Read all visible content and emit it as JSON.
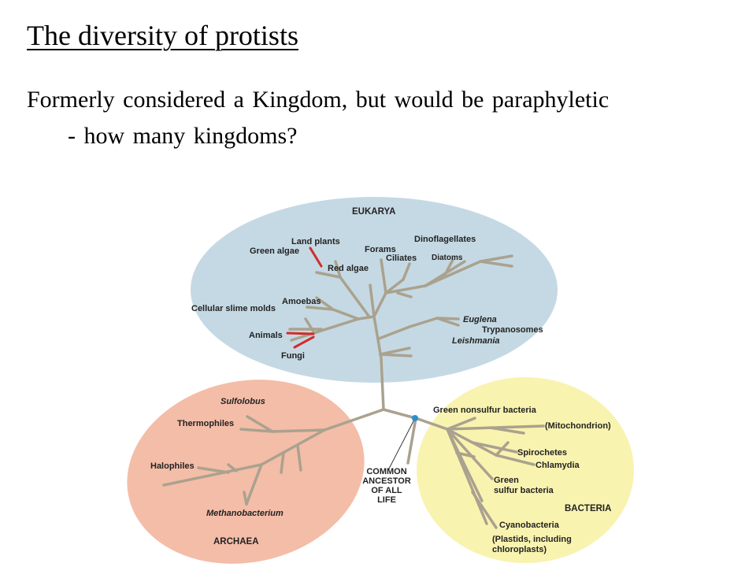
{
  "slide": {
    "title": "The diversity of protists",
    "bullet_line1": "Formerly considered a Kingdom, but would be paraphyletic",
    "bullet_line2": "- how many kingdoms?"
  },
  "diagram": {
    "domains": {
      "eukarya": "EUKARYA",
      "archaea": "ARCHAEA",
      "bacteria": "BACTERIA"
    },
    "eukarya_labels": {
      "land_plants": "Land plants",
      "green_algae": "Green algae",
      "red_algae": "Red algae",
      "forams": "Forams",
      "ciliates": "Ciliates",
      "dinoflagellates": "Dinoflagellates",
      "diatoms": "Diatoms",
      "amoebas": "Amoebas",
      "cellular_slime_molds": "Cellular slime molds",
      "animals": "Animals",
      "fungi": "Fungi",
      "euglena": "Euglena",
      "trypanosomes": "Trypanosomes",
      "leishmania": "Leishmania"
    },
    "archaea_labels": {
      "sulfolobus": "Sulfolobus",
      "thermophiles": "Thermophiles",
      "halophiles": "Halophiles",
      "methanobacterium": "Methanobacterium"
    },
    "bacteria_labels": {
      "green_nonsulfur": "Green nonsulfur bacteria",
      "mitochondrion": "(Mitochondrion)",
      "spirochetes": "Spirochetes",
      "chlamydia": "Chlamydia",
      "green_sulfur_1": "Green",
      "green_sulfur_2": "sulfur bacteria",
      "cyanobacteria": "Cyanobacteria",
      "plastids_1": "(Plastids, including",
      "plastids_2": "chloroplasts)"
    },
    "ancestor_label": [
      "COMMON",
      "ANCESTOR",
      "OF ALL",
      "LIFE"
    ],
    "colors": {
      "eukarya_bg": "#c5d9e4",
      "archaea_bg": "#f4bda8",
      "bacteria_bg": "#f9f3b0",
      "branch": "#aaa28e",
      "highlight_branch": "#d42a2a",
      "ancestor_dot": "#2a8fcf"
    }
  }
}
